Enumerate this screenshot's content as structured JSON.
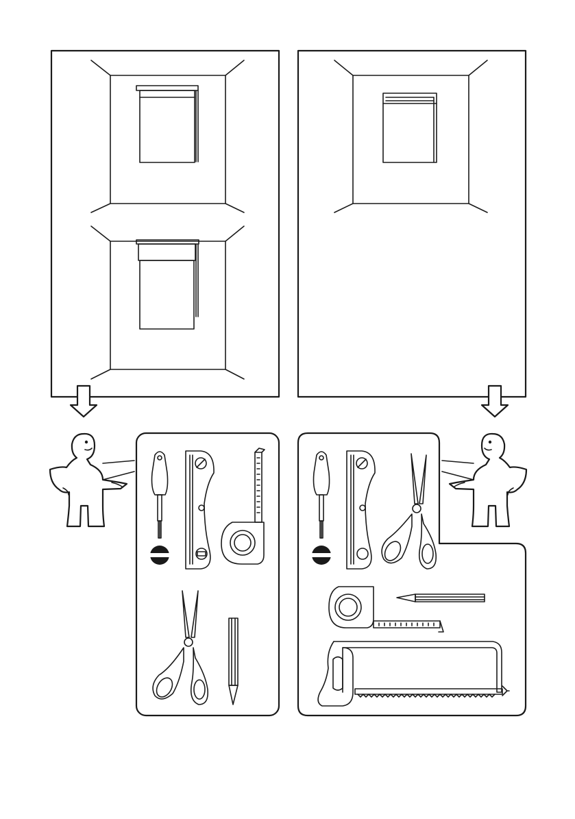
{
  "page": {
    "description_free": true,
    "background": "#ffffff",
    "ink": "#1a1a1a"
  },
  "panels": {
    "left_option": {
      "scenes": [
        "roller-blind-mounted-inside-recess",
        "roller-blind-mounted-above-recess"
      ],
      "tools": [
        "screwdriver-icon",
        "slotted-screw-head-icon",
        "spirit-level-icon",
        "tape-measure-icon",
        "scissors-icon",
        "pencil-icon"
      ]
    },
    "right_option": {
      "scenes": [
        "roller-blind-mounted-in-recess-small"
      ],
      "tools": [
        "screwdriver-icon",
        "slotted-screw-head-icon",
        "spirit-level-icon",
        "scissors-icon",
        "tape-measure-icon",
        "pencil-icon",
        "hacksaw-icon"
      ]
    }
  }
}
